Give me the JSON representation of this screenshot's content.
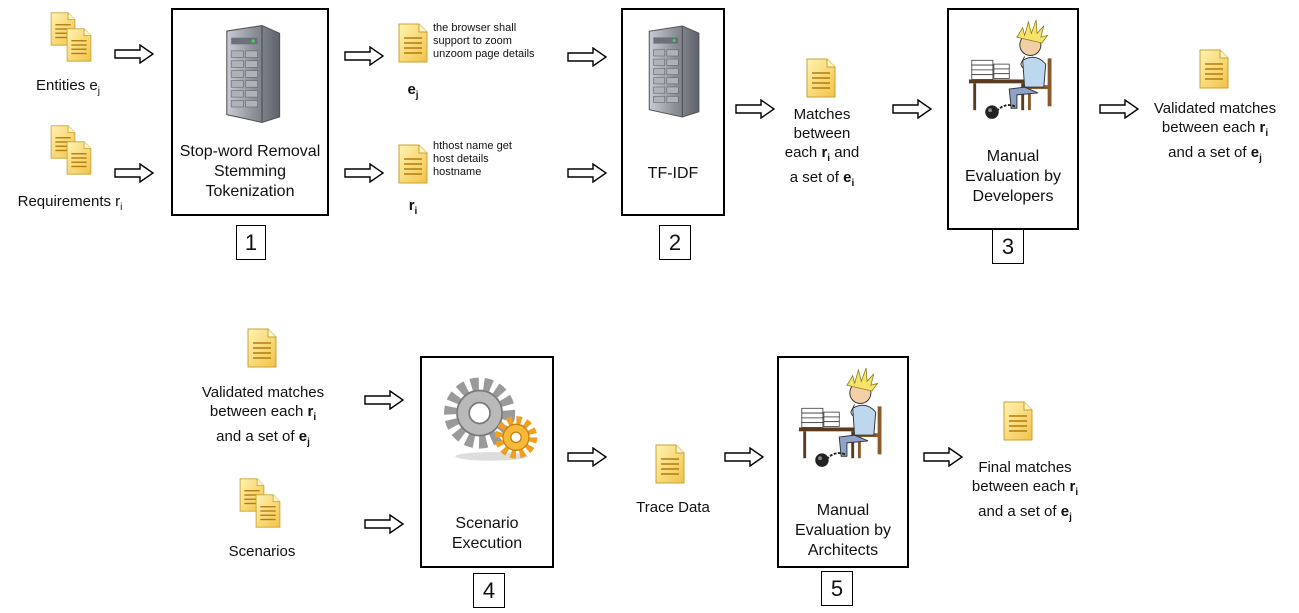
{
  "stage1": {
    "input1": {
      "label": "Entities e",
      "sub": "j"
    },
    "input2": {
      "label": "Requirements r",
      "sub": "i"
    },
    "box_lines": [
      "Stop-word Removal",
      "Stemming",
      "Tokenization"
    ],
    "number": "1",
    "out_entity_text": [
      "the browser shall",
      "support to zoom",
      "unzoom page details"
    ],
    "out_entity_label": {
      "label": "e",
      "sub": "j"
    },
    "out_req_text": [
      "hthost name get",
      "host details",
      "hostname"
    ],
    "out_req_label": {
      "label": "r",
      "sub": "i"
    }
  },
  "stage2": {
    "box_label": "TF-IDF",
    "number": "2",
    "output_lines": [
      "Matches",
      "between",
      "each",
      "r",
      "i",
      "and",
      "a set of",
      "e",
      "i"
    ]
  },
  "stage3": {
    "box_lines": [
      "Manual",
      "Evaluation by",
      "Developers"
    ],
    "number": "3",
    "output": {
      "line1": "Validated matches",
      "line2_pre": "between each ",
      "line2_bold": "r",
      "line2_sub": "i",
      "line3_pre": "and a set of ",
      "line3_bold": "e",
      "line3_sub": "j"
    }
  },
  "stage4": {
    "input1": {
      "line1": "Validated matches",
      "line2_pre": "between each ",
      "line2_bold": "r",
      "line2_sub": "i",
      "line3_pre": "and a set of ",
      "line3_bold": "e",
      "line3_sub": "j"
    },
    "input2": "Scenarios",
    "box_lines": [
      "Scenario",
      "Execution"
    ],
    "number": "4",
    "output": "Trace Data"
  },
  "stage5": {
    "box_lines": [
      "Manual",
      "Evaluation by",
      "Architects"
    ],
    "number": "5",
    "output": {
      "line1": "Final matches",
      "line2_pre": "between each ",
      "line2_bold": "r",
      "line2_sub": "i",
      "line3_pre": "and a set of ",
      "line3_bold": "e",
      "line3_sub": "j"
    }
  },
  "icons": {
    "document": "document-icon",
    "document_stack": "document-stack-icon",
    "server": "server-icon",
    "gears": "gears-icon",
    "developer": "developer-figure-icon",
    "arrow": "arrow-right-icon"
  },
  "colors": {
    "doc_fill": "#f7d56a",
    "doc_border": "#c9a232",
    "doc_lines": "#b07d10",
    "gear_grey": "#9a9a9a",
    "gear_orange": "#f0a020"
  }
}
